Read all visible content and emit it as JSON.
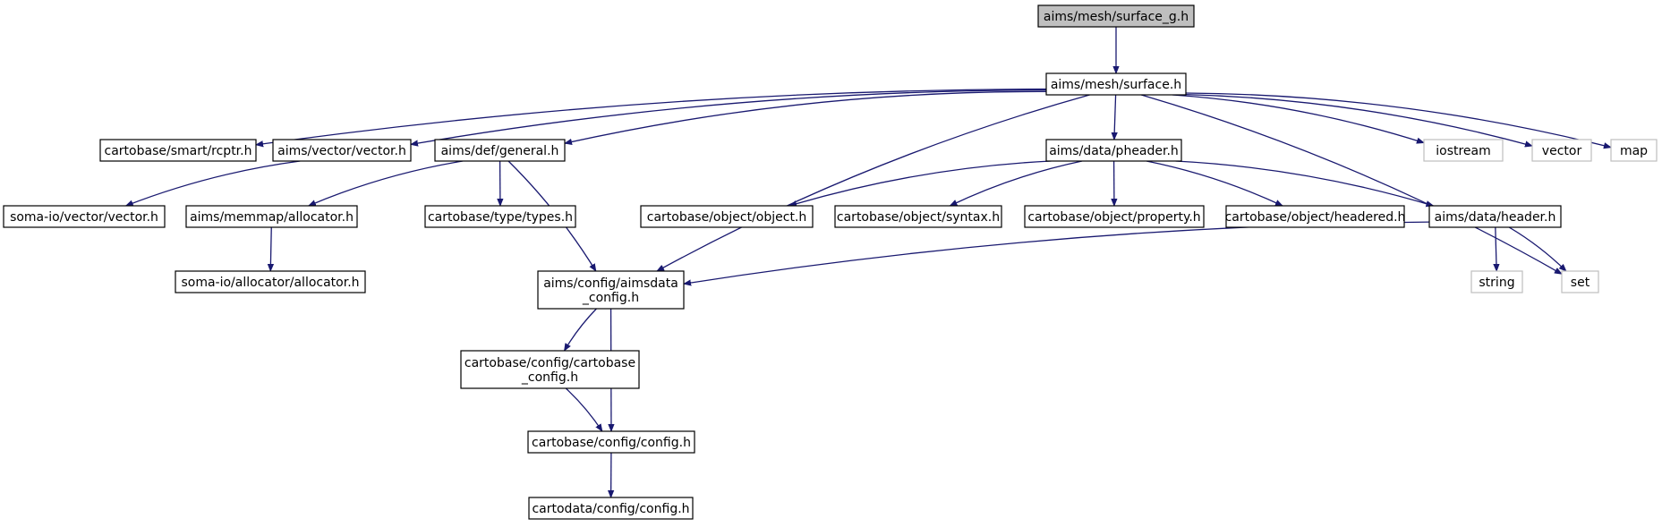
{
  "nodes": {
    "surface_g": {
      "lines": [
        "aims/mesh/surface_g.h"
      ],
      "kind": "root"
    },
    "surface": {
      "lines": [
        "aims/mesh/surface.h"
      ],
      "kind": "file"
    },
    "rcptr": {
      "lines": [
        "cartobase/smart/rcptr.h"
      ],
      "kind": "file"
    },
    "aims_vector": {
      "lines": [
        "aims/vector/vector.h"
      ],
      "kind": "file"
    },
    "general": {
      "lines": [
        "aims/def/general.h"
      ],
      "kind": "file"
    },
    "pheader": {
      "lines": [
        "aims/data/pheader.h"
      ],
      "kind": "file"
    },
    "iostream": {
      "lines": [
        "iostream"
      ],
      "kind": "external"
    },
    "vector_std": {
      "lines": [
        "vector"
      ],
      "kind": "external"
    },
    "map": {
      "lines": [
        "map"
      ],
      "kind": "external"
    },
    "somaio_vector": {
      "lines": [
        "soma-io/vector/vector.h"
      ],
      "kind": "file"
    },
    "memmap_allocator": {
      "lines": [
        "aims/memmap/allocator.h"
      ],
      "kind": "file"
    },
    "types": {
      "lines": [
        "cartobase/type/types.h"
      ],
      "kind": "file"
    },
    "object": {
      "lines": [
        "cartobase/object/object.h"
      ],
      "kind": "file"
    },
    "syntax": {
      "lines": [
        "cartobase/object/syntax.h"
      ],
      "kind": "file"
    },
    "property": {
      "lines": [
        "cartobase/object/property.h"
      ],
      "kind": "file"
    },
    "headered": {
      "lines": [
        "cartobase/object/headered.h"
      ],
      "kind": "file"
    },
    "header": {
      "lines": [
        "aims/data/header.h"
      ],
      "kind": "file"
    },
    "somaio_allocator": {
      "lines": [
        "soma-io/allocator/allocator.h"
      ],
      "kind": "file"
    },
    "aimsdata_config": {
      "lines": [
        "aims/config/aimsdata",
        "_config.h"
      ],
      "kind": "file"
    },
    "string": {
      "lines": [
        "string"
      ],
      "kind": "external"
    },
    "set": {
      "lines": [
        "set"
      ],
      "kind": "external"
    },
    "cartobase_config": {
      "lines": [
        "cartobase/config/cartobase",
        "_config.h"
      ],
      "kind": "file"
    },
    "config": {
      "lines": [
        "cartobase/config/config.h"
      ],
      "kind": "file"
    },
    "cartodata_config": {
      "lines": [
        "cartodata/config/config.h"
      ],
      "kind": "file"
    }
  },
  "edges": [
    [
      "surface_g",
      "surface"
    ],
    [
      "surface",
      "rcptr"
    ],
    [
      "surface",
      "aims_vector"
    ],
    [
      "surface",
      "general"
    ],
    [
      "surface",
      "aimsdata_config"
    ],
    [
      "surface",
      "pheader"
    ],
    [
      "surface",
      "set"
    ],
    [
      "surface",
      "iostream"
    ],
    [
      "surface",
      "vector_std"
    ],
    [
      "surface",
      "map"
    ],
    [
      "aims_vector",
      "somaio_vector"
    ],
    [
      "general",
      "memmap_allocator"
    ],
    [
      "general",
      "types"
    ],
    [
      "general",
      "aimsdata_config"
    ],
    [
      "memmap_allocator",
      "somaio_allocator"
    ],
    [
      "pheader",
      "object"
    ],
    [
      "pheader",
      "syntax"
    ],
    [
      "pheader",
      "property"
    ],
    [
      "pheader",
      "headered"
    ],
    [
      "pheader",
      "header"
    ],
    [
      "header",
      "aimsdata_config"
    ],
    [
      "header",
      "string"
    ],
    [
      "header",
      "set"
    ],
    [
      "aimsdata_config",
      "cartobase_config"
    ],
    [
      "aimsdata_config",
      "config"
    ],
    [
      "cartobase_config",
      "config"
    ],
    [
      "config",
      "cartodata_config"
    ]
  ],
  "colors": {
    "edge": "#191970",
    "node_border": "#000000",
    "external_border": "#bfbfbf",
    "root_fill": "#bfbfbf"
  }
}
